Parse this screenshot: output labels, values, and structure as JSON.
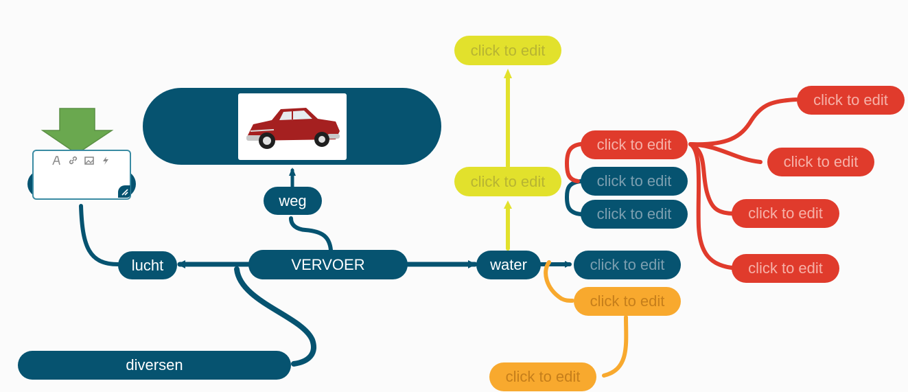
{
  "colors": {
    "blue": "#065370",
    "red": "#e03b2c",
    "yellow": "#e2e12c",
    "orange": "#f8a92e",
    "arrow_green": "#6aa84f"
  },
  "mindmap": {
    "central": "VERVOER",
    "lucht": "lucht",
    "weg": "weg",
    "water": "water",
    "diversen": "diversen",
    "placeholder": "click to edit"
  },
  "editor": {
    "tools": [
      "text-format-icon",
      "link-icon",
      "image-icon",
      "lightning-icon"
    ]
  }
}
